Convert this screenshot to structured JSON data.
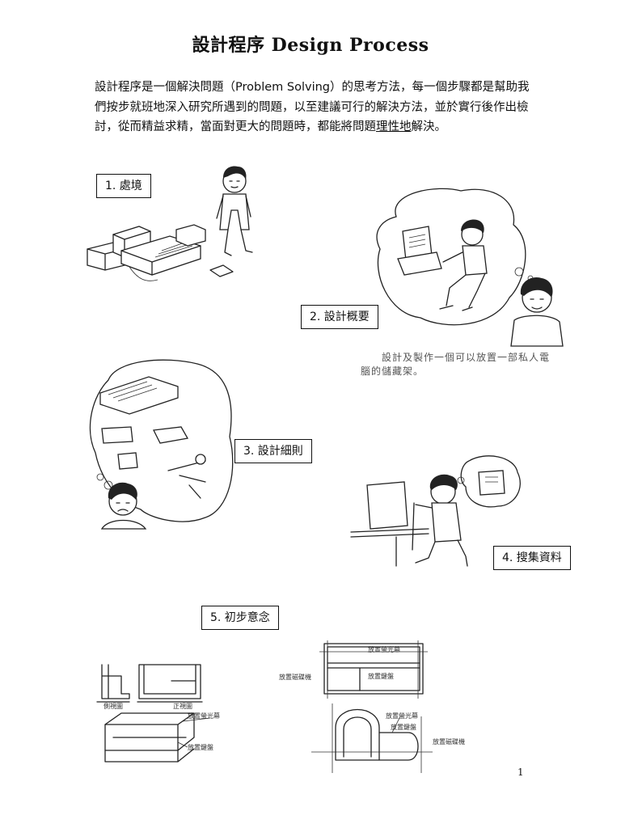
{
  "document": {
    "title": "設計程序  Design Process",
    "intro_part1": "設計程序是一個解決問題（Problem Solving）的思考方法，每一個步驟都是幫助我們按步就班地深入研究所遇到的問題，以至建議可行的解決方法，並於實行後作出檢討，從而精益求精，當面對更大的問題時，都能將問題",
    "intro_underlined": "理性地",
    "intro_part2": "解決。",
    "page_number": "1"
  },
  "steps": [
    {
      "label": "1.  處境"
    },
    {
      "label": "2.  設計概要"
    },
    {
      "label": "3.  設計細則"
    },
    {
      "label": "4.  搜集資料"
    },
    {
      "label": "5.  初步意念"
    }
  ],
  "captions": {
    "brief_line1": "設計及製作一個可以放置一部私人電",
    "brief_line2": "腦的儲藏架。"
  },
  "sketch_labels": {
    "side_view": "側視圖",
    "front_view": "正視圖",
    "monitor_slot": "放置螢光幕",
    "keyboard_slot": "放置鍵盤",
    "disk_drive_slot": "放置磁碟機"
  }
}
